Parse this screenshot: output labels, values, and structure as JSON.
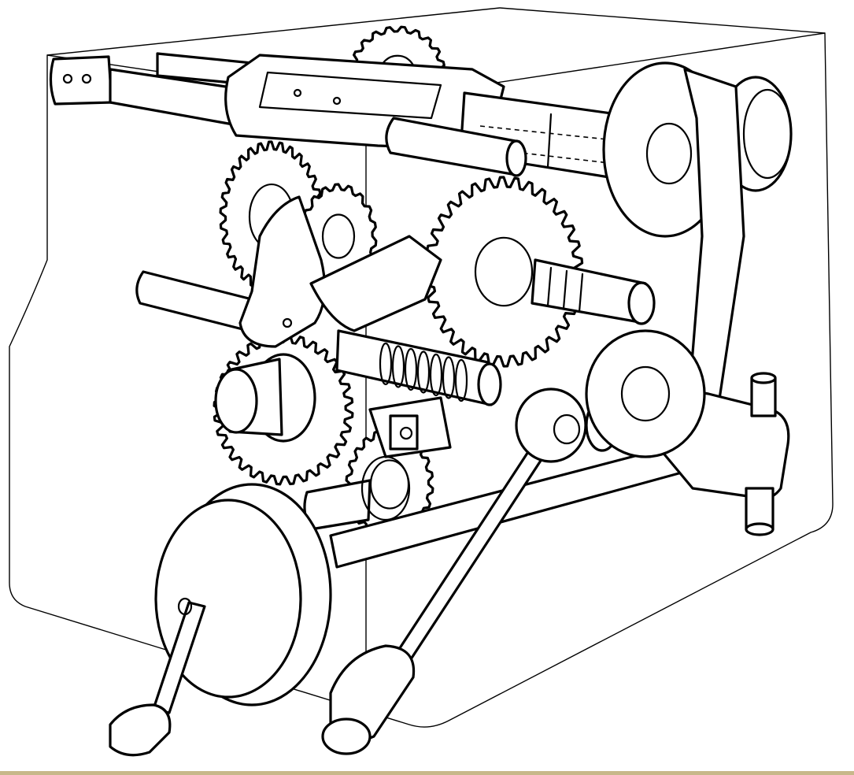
{
  "figure": {
    "type": "technical-illustration",
    "subject": "lathe-gearbox-cutaway",
    "labels": []
  },
  "colors": {
    "line": "#000000",
    "background": "#ffffff",
    "bottom_strip": "#c8b88a"
  },
  "gears": [
    {
      "name": "gear-large-right",
      "teeth": 34
    },
    {
      "name": "gear-upper-left",
      "teeth": 30
    },
    {
      "name": "gear-lower-left",
      "teeth": 32
    },
    {
      "name": "gear-top-center",
      "teeth": 20
    },
    {
      "name": "gear-bottom-center",
      "teeth": 22
    },
    {
      "name": "gear-middle-small",
      "teeth": 18
    }
  ]
}
